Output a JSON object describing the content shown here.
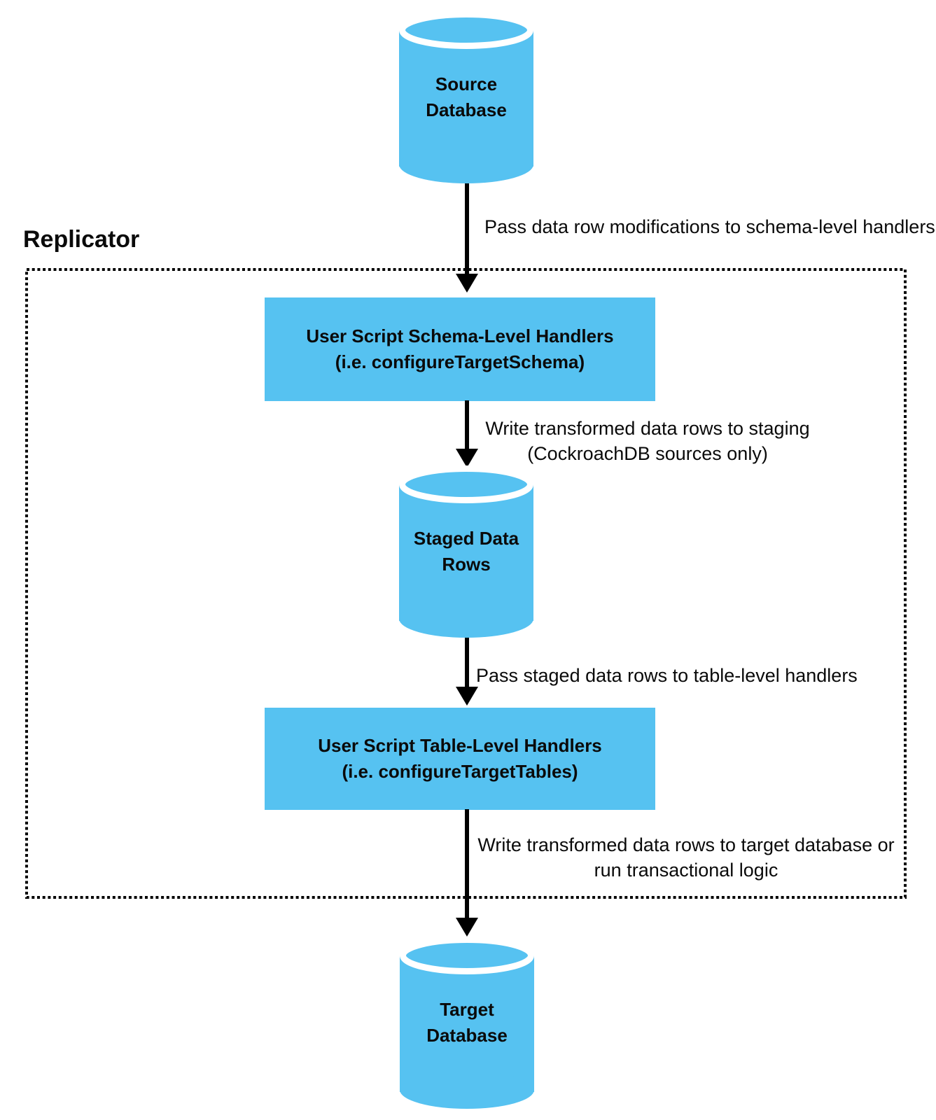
{
  "colors": {
    "node_fill": "#56C2F1",
    "line": "#000000",
    "text": "#0a0a0a",
    "background": "#ffffff"
  },
  "replicator": {
    "label": "Replicator"
  },
  "nodes": {
    "source": {
      "line1": "Source",
      "line2": "Database"
    },
    "schema_handlers": {
      "line1": "User Script Schema-Level Handlers",
      "line2": "(i.e. configureTargetSchema)"
    },
    "staged": {
      "line1": "Staged Data",
      "line2": "Rows"
    },
    "table_handlers": {
      "line1": "User Script Table-Level Handlers",
      "line2": "(i.e. configureTargetTables)"
    },
    "target": {
      "line1": "Target",
      "line2": "Database"
    }
  },
  "edges": {
    "e1": {
      "label": "Pass data row modifications to schema-level handlers"
    },
    "e2": {
      "line1": "Write transformed data rows to staging",
      "line2": "(CockroachDB sources only)"
    },
    "e3": {
      "label": "Pass staged data rows to table-level handlers"
    },
    "e4": {
      "line1": "Write transformed data rows to target database or",
      "line2": "run transactional logic"
    }
  }
}
